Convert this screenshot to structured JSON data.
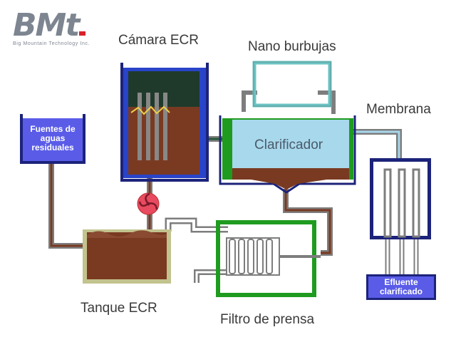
{
  "logo": {
    "name": "BMt",
    "tagline": "Big Mountain Technology Inc."
  },
  "labels": {
    "chamber": "Cámara ECR",
    "nano_bubbles": "Nano burbujas",
    "membrane": "Membrana",
    "clarifier": "Clarificador",
    "source": "Fuentes de aguas residuales",
    "tank": "Tanque ECR",
    "filter_press": "Filtro de prensa",
    "effluent": "Efluente clarificado"
  },
  "colors": {
    "navy": "#1c237a",
    "green": "#1f9b1f",
    "sludge": "#7a3a22",
    "water": "#a8d8ec",
    "teal": "#6cc3c3",
    "box_fill": "#5a5ce8",
    "pump": "#e84a5f",
    "brand_red": "#d8222a"
  },
  "icons": {
    "pump": "pump-icon",
    "electrode": "electrode-icon"
  }
}
